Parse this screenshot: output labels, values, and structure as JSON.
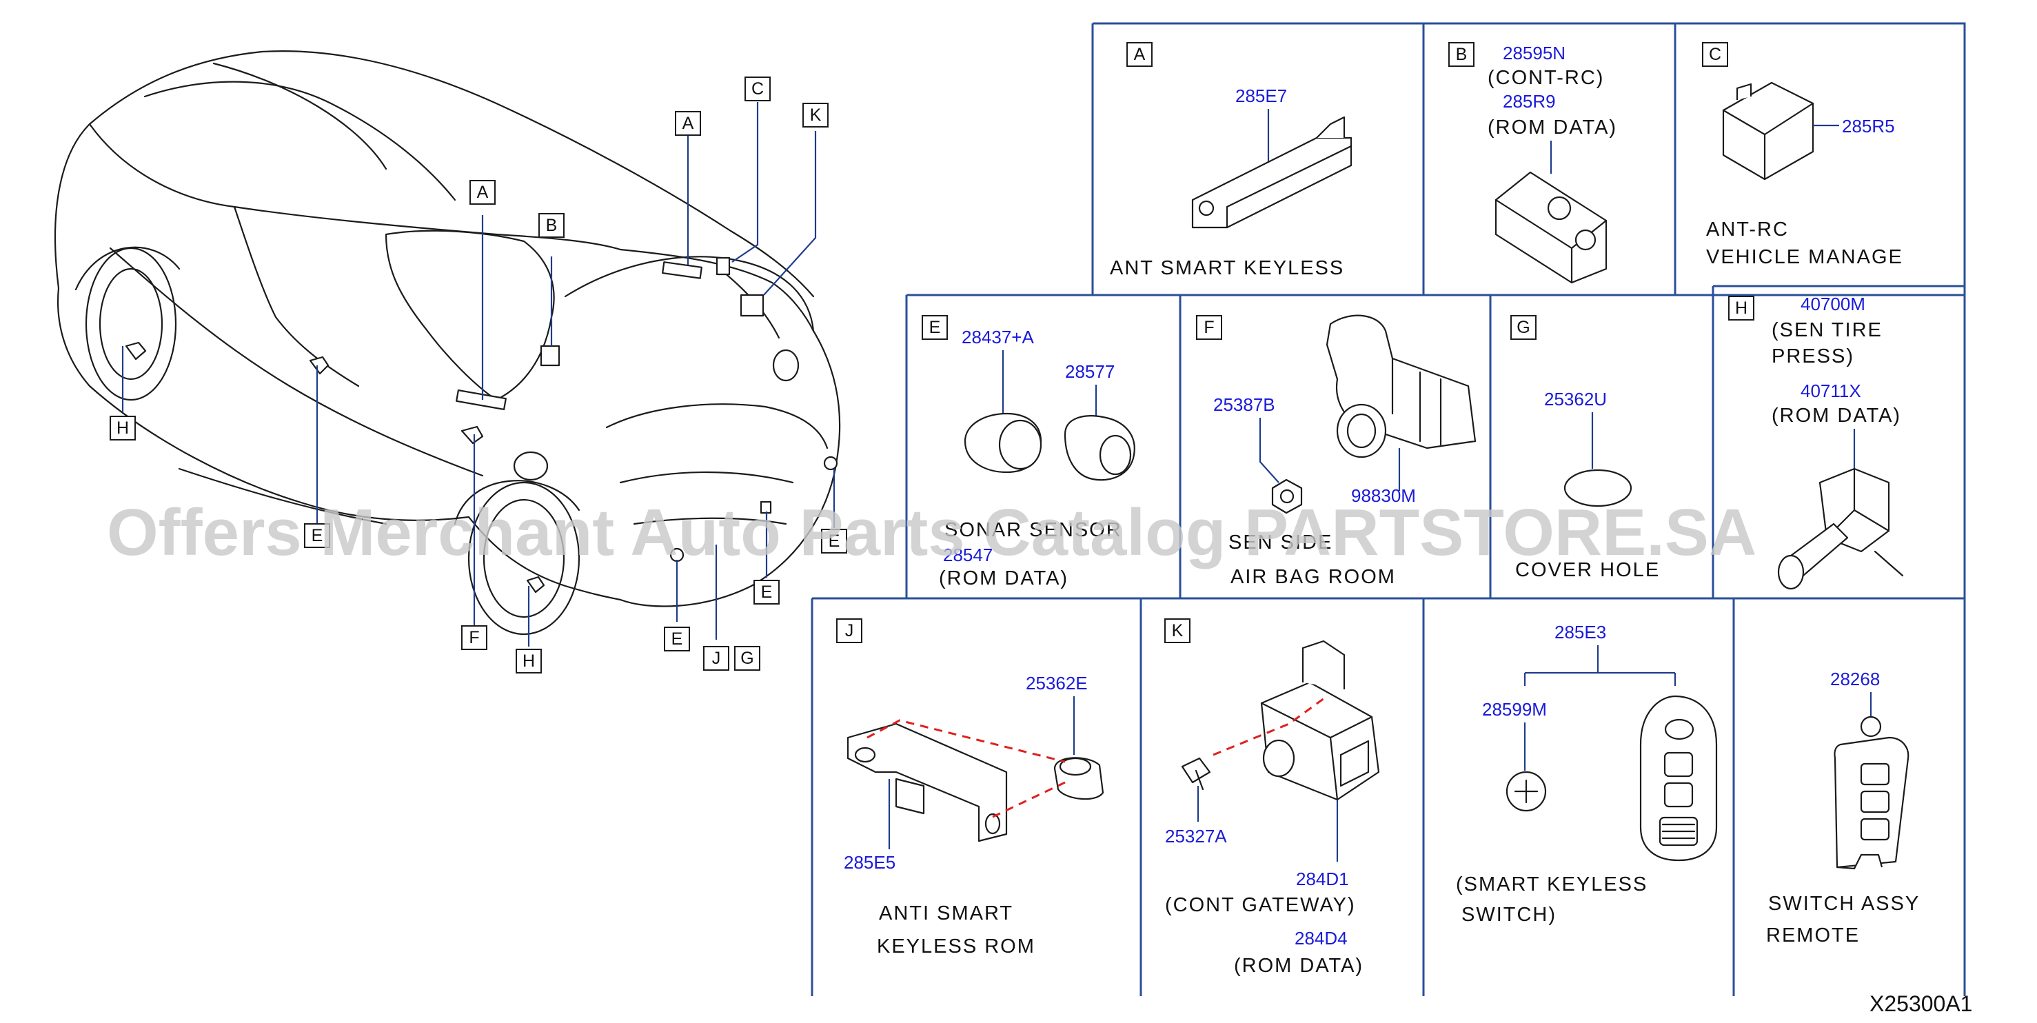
{
  "watermark": "Offers Merchant Auto Parts Catalog PARTSTORE.SA",
  "diagram_ref": "X25300A1",
  "colors": {
    "part_number": "#1a1adc",
    "grid": "#2a4f9a",
    "mating_line": "#e02020",
    "line": "#1b1b1b"
  },
  "vehicle_tags": [
    "A",
    "B",
    "C",
    "K",
    "H",
    "E",
    "F",
    "H",
    "E",
    "J",
    "G",
    "E",
    "E"
  ],
  "panels": {
    "A": {
      "letter": "A",
      "parts": [
        "285E7"
      ],
      "label1": "ANT  SMART  KEYLESS"
    },
    "B": {
      "letter": "B",
      "parts": [
        "28595N",
        "285R9"
      ],
      "sub1": "(CONT-RC)",
      "sub2": "(ROM   DATA)"
    },
    "C": {
      "letter": "C",
      "parts": [
        "285R5"
      ],
      "label1": "ANT-RC",
      "label2": "VEHICLE   MANAGE"
    },
    "E": {
      "letter": "E",
      "parts": [
        "28437+A",
        "28577",
        "28547"
      ],
      "label1": "SONAR  SENSOR",
      "label2": "(ROM   DATA)"
    },
    "F": {
      "letter": "F",
      "parts": [
        "25387B",
        "98830M"
      ],
      "label1": "SEN   SIDE",
      "label2": "AIR   BAG   ROOM"
    },
    "G": {
      "letter": "G",
      "parts": [
        "25362U"
      ],
      "label1": "COVER       HOLE"
    },
    "H": {
      "letter": "H",
      "parts": [
        "40700M",
        "40711X"
      ],
      "label1": "(SEN   TIRE",
      "label2": "PRESS)",
      "label3": "(ROM   DATA)"
    },
    "J": {
      "letter": "J",
      "parts": [
        "25362E",
        "285E5"
      ],
      "label1": "ANTI   SMART",
      "label2": "KEYLESS   ROM"
    },
    "K": {
      "letter": "K",
      "parts": [
        "25327A",
        "284D1",
        "284D4"
      ],
      "label1": "(CONT   GATEWAY)",
      "label2": "(ROM   DATA)"
    },
    "SK": {
      "parts": [
        "285E3",
        "28599M"
      ],
      "label1": "(SMART   KEYLESS",
      "label2": "SWITCH)"
    },
    "RM": {
      "parts": [
        "28268"
      ],
      "label1": "SWITCH   ASSY",
      "label2": "REMOTE"
    }
  }
}
